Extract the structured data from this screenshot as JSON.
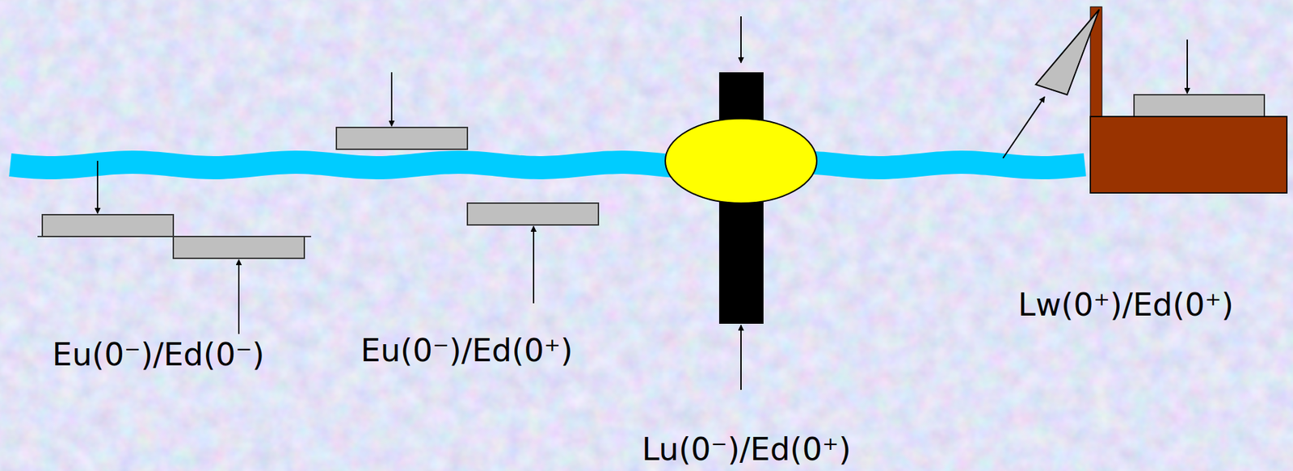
{
  "diagram": {
    "labels": [
      "Eu(0⁻)/Ed(0⁻)",
      "Eu(0⁻)/Ed(0⁺)",
      "Lu(0⁻)/Ed(0⁺)",
      "Lw(0⁺)/Ed(0⁺)"
    ]
  }
}
